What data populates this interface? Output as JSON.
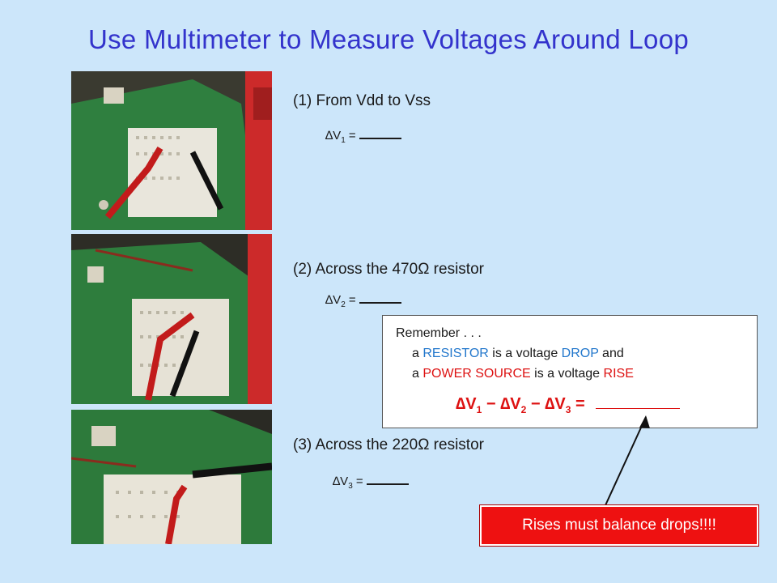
{
  "title": "Use Multimeter to Measure Voltages Around Loop",
  "steps": [
    {
      "label": "(1) From Vdd to Vss",
      "delta_prefix": "∆V",
      "sub": "1",
      "eq": " = "
    },
    {
      "label": "(2) Across the 470Ω  resistor",
      "delta_prefix": "∆V",
      "sub": "2",
      "eq": " = "
    },
    {
      "label": "(3) Across the 220Ω  resistor",
      "delta_prefix": "∆V",
      "sub": "3",
      "eq": " = "
    }
  ],
  "remember": {
    "heading": "Remember . . .",
    "line1_a": "a ",
    "line1_b": "RESISTOR",
    "line1_c": " is a voltage ",
    "line1_d": "DROP",
    "line1_e": " and",
    "line2_a": "a ",
    "line2_b": "POWER SOURCE",
    "line2_c": " is a voltage ",
    "line2_d": "RISE",
    "equation": {
      "t1": "∆V",
      "s1": "1",
      "op1": " − ",
      "t2": "∆V",
      "s2": "2",
      "op2": " − ",
      "t3": "∆V",
      "s3": "3",
      "op3": " = "
    }
  },
  "callout": "Rises must balance drops!!!!",
  "colors": {
    "title": "#3333cc",
    "background": "#cce6fa",
    "callout": "#ee1111",
    "blue_text": "#2277cc",
    "red_text": "#dd1111"
  },
  "photos": [
    "breadboard-photo-vdd-vss",
    "breadboard-photo-470-resistor",
    "breadboard-photo-220-resistor"
  ]
}
